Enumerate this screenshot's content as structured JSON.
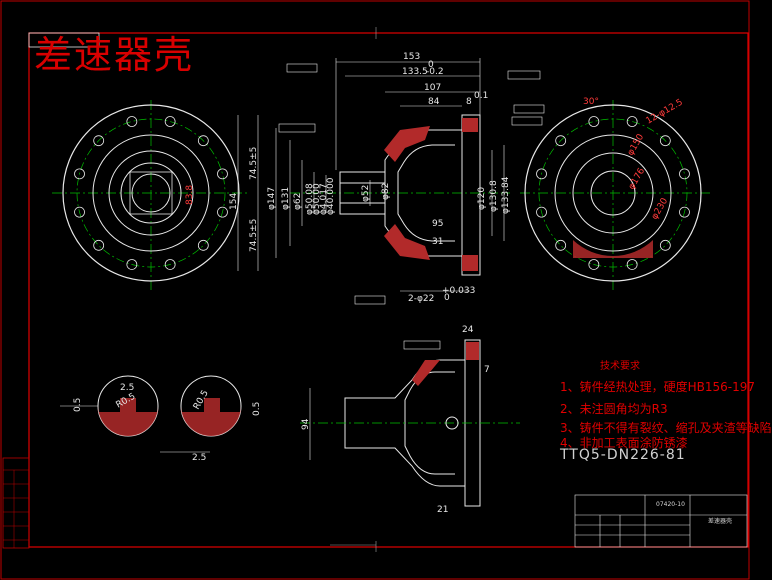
{
  "title": "差速器壳",
  "top_dimensions": [
    "153",
    "133.5",
    "-0.2",
    "0",
    "107",
    "84",
    "8",
    "0.1"
  ],
  "left_dimensions": [
    "154",
    "74.5±5",
    "74.5±5",
    "φ147",
    "φ131",
    "φ62",
    "φ50.08",
    "φ50.00",
    "φ4.017",
    "φ40.000",
    "φ82",
    "φ52",
    "95",
    "31",
    "φ120",
    "φ130.8",
    "φ133.84"
  ],
  "bottom_dimensions": [
    "2-φ22",
    "+0.033",
    "0"
  ],
  "right_view_dimensions": [
    "30°",
    "12-φ12.5",
    "φ150",
    "φ176",
    "φ230"
  ],
  "detail_dimensions": [
    "2.5",
    "0.5",
    "R0.5",
    "2.5",
    "R0.5",
    "0.5"
  ],
  "section_dimensions": [
    "24",
    "94",
    "21",
    "7"
  ],
  "left_view_dimension": "83.8",
  "requirements": {
    "heading": "技术要求",
    "items": [
      "1、铸件经热处理，硬度HB156-197",
      "2、未注圆角均为R3",
      "3、铸件不得有裂纹、缩孔及夹渣等缺陷",
      "4、非加工表面涂防锈漆"
    ],
    "standard": "TTQ5-DN226-81"
  },
  "title_block": {
    "drawing_no": "07420-10",
    "label": "差速器壳"
  }
}
